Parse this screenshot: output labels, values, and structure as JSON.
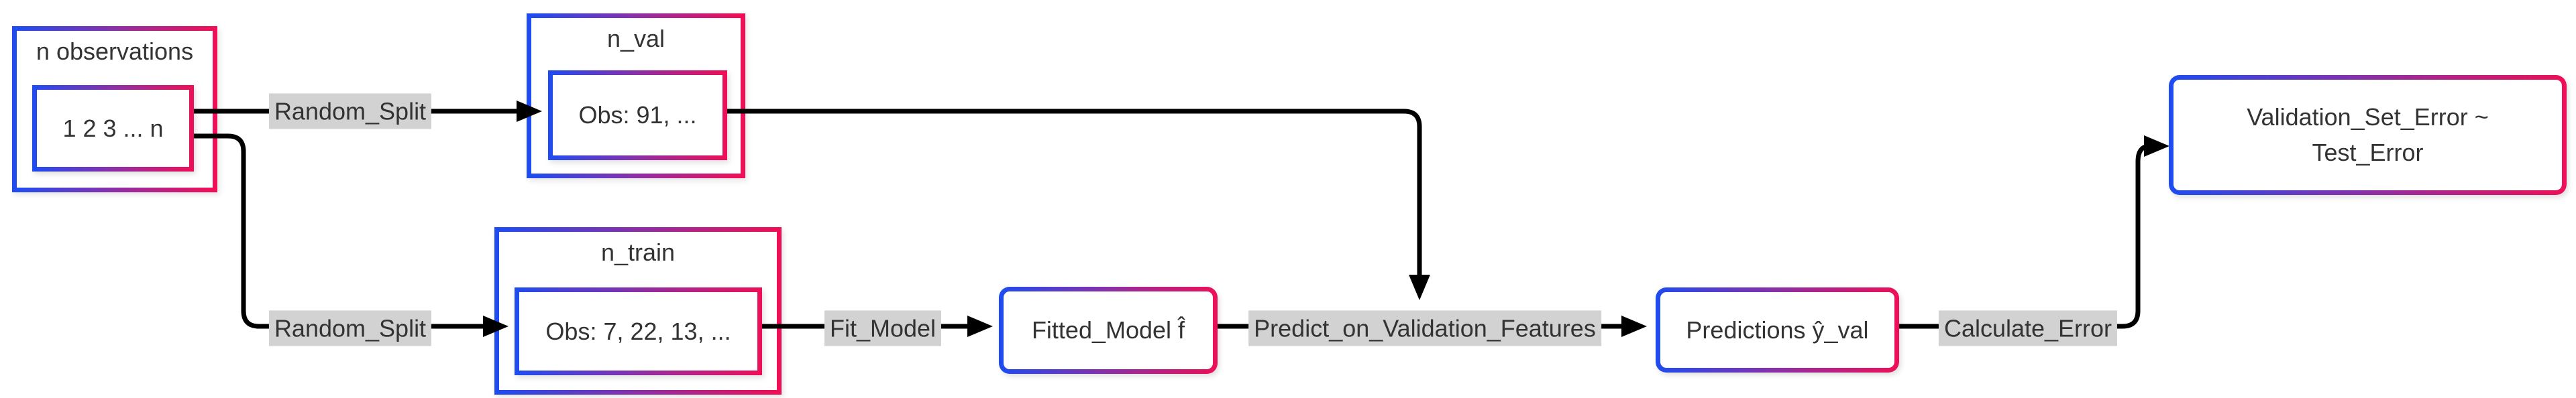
{
  "diagram": {
    "type": "flowchart",
    "background": "#ffffff",
    "colors": {
      "border_gradient_start": "#1e4cf0",
      "border_gradient_mid": "#8b2fa6",
      "border_gradient_end": "#ee0f57",
      "edge_color": "#000000",
      "edge_label_background": "#d2d2d2",
      "text_color": "#333333",
      "node_fill": "#ffffff"
    },
    "subgraphs": {
      "n_observations": {
        "title": "n observations"
      },
      "n_val": {
        "title": "n_val"
      },
      "n_train": {
        "title": "n_train"
      }
    },
    "nodes": {
      "all_obs": {
        "label": "1 2 3 ... n"
      },
      "val_obs": {
        "label": "Obs: 91, ..."
      },
      "train_obs": {
        "label": "Obs: 7, 22, 13, ..."
      },
      "fitted_model": {
        "label": "Fitted_Model f̂"
      },
      "predictions": {
        "label": "Predictions ŷ_val"
      },
      "validation_error": {
        "label_line1": "Validation_Set_Error ~",
        "label_line2": "Test_Error"
      }
    },
    "edge_labels": {
      "random_split_val": {
        "label": "Random_Split"
      },
      "random_split_train": {
        "label": "Random_Split"
      },
      "fit_model": {
        "label": "Fit_Model"
      },
      "predict": {
        "label": "Predict_on_Validation_Features"
      },
      "calculate_error": {
        "label": "Calculate_Error"
      }
    }
  }
}
